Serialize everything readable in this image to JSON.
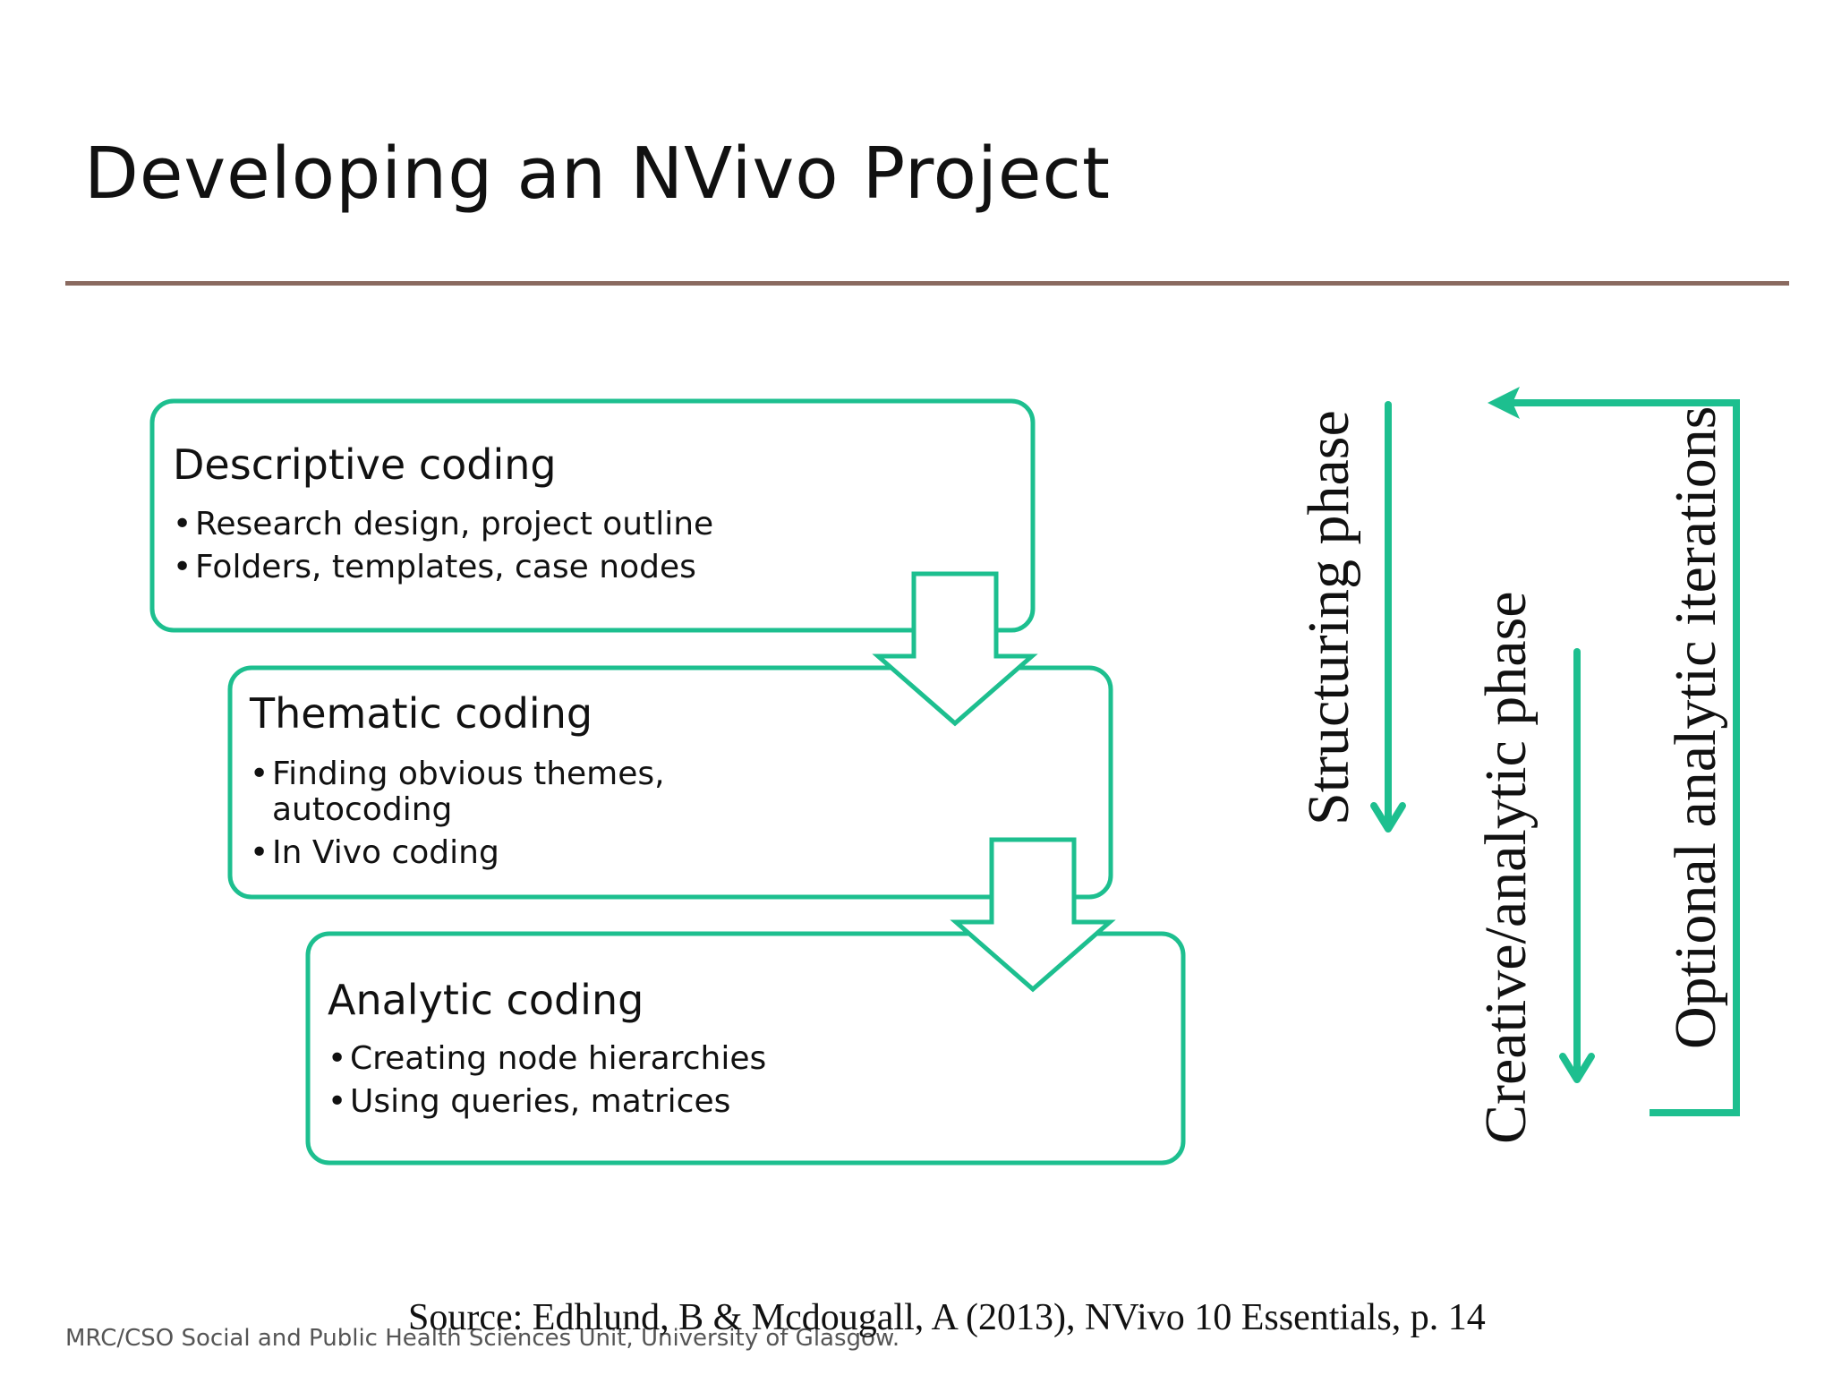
{
  "slide": {
    "title": "Developing an NVivo Project",
    "footer": "MRC/CSO Social and Public Health Sciences Unit, University of Glasgow.",
    "source": "Source: Edhlund, B & Mcdougall, A (2013), NVivo 10 Essentials, p. 14"
  },
  "colors": {
    "accent": "#1dbf8f",
    "rule": "#8a6a60"
  },
  "boxes": [
    {
      "heading": "Descriptive coding",
      "bullets": [
        "Research design, project outline",
        "Folders, templates, case nodes"
      ]
    },
    {
      "heading": "Thematic coding",
      "bullets": [
        "Finding obvious themes, autocoding",
        "In Vivo coding"
      ]
    },
    {
      "heading": "Analytic coding",
      "bullets": [
        "Creating node hierarchies",
        "Using queries, matrices"
      ]
    }
  ],
  "phases": {
    "structuring": "Structuring phase",
    "creative": "Creative/analytic phase",
    "optional": "Optional analytic iterations"
  }
}
